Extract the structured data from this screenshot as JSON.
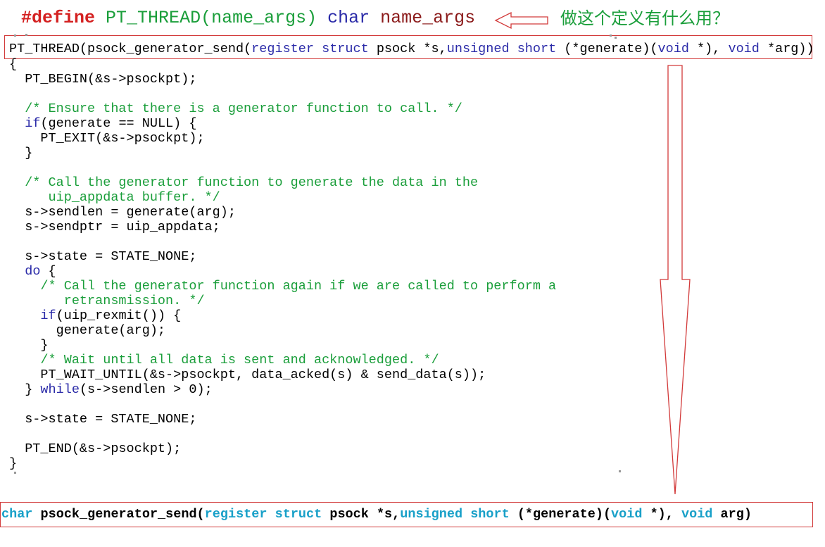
{
  "header": {
    "define_kw": "#define",
    "macro": "PT_THREAD(name_args)",
    "char_kw": "char",
    "name_args": "name_args",
    "question": "做这个定义有什么用？"
  },
  "signature_top": {
    "prefix": "PT_THREAD(psock_generator_send(",
    "register": "register",
    "struct": "struct",
    "mid1": " psock *s,",
    "unsigned": "unsigned",
    "short": "short",
    "mid2": " (*generate)(",
    "void1": "void",
    "mid3": " *), ",
    "void2": "void",
    "suffix": " *arg))"
  },
  "code_lines": [
    [
      {
        "t": "{",
        "c": ""
      }
    ],
    [
      {
        "t": "  PT_BEGIN(&s->psockpt);",
        "c": ""
      }
    ],
    [
      {
        "t": "",
        "c": ""
      }
    ],
    [
      {
        "t": "  /* Ensure that there is a generator function to call. */",
        "c": "cmt"
      }
    ],
    [
      {
        "t": "  ",
        "c": ""
      },
      {
        "t": "if",
        "c": "kw"
      },
      {
        "t": "(generate == NULL) {",
        "c": ""
      }
    ],
    [
      {
        "t": "    PT_EXIT(&s->psockpt);",
        "c": ""
      }
    ],
    [
      {
        "t": "  }",
        "c": ""
      }
    ],
    [
      {
        "t": "",
        "c": ""
      }
    ],
    [
      {
        "t": "  /* Call the generator function to generate the data in the",
        "c": "cmt"
      }
    ],
    [
      {
        "t": "     uip_appdata buffer. */",
        "c": "cmt"
      }
    ],
    [
      {
        "t": "  s->sendlen = generate(arg);",
        "c": ""
      }
    ],
    [
      {
        "t": "  s->sendptr = uip_appdata;",
        "c": ""
      }
    ],
    [
      {
        "t": "",
        "c": ""
      }
    ],
    [
      {
        "t": "  s->state = STATE_NONE;",
        "c": ""
      }
    ],
    [
      {
        "t": "  ",
        "c": ""
      },
      {
        "t": "do",
        "c": "kw"
      },
      {
        "t": " {",
        "c": ""
      }
    ],
    [
      {
        "t": "    /* Call the generator function again if we are called to perform a",
        "c": "cmt"
      }
    ],
    [
      {
        "t": "       retransmission. */",
        "c": "cmt"
      }
    ],
    [
      {
        "t": "    ",
        "c": ""
      },
      {
        "t": "if",
        "c": "kw"
      },
      {
        "t": "(uip_rexmit()) {",
        "c": ""
      }
    ],
    [
      {
        "t": "      generate(arg);",
        "c": ""
      }
    ],
    [
      {
        "t": "    }",
        "c": ""
      }
    ],
    [
      {
        "t": "    /* Wait until all data is sent and acknowledged. */",
        "c": "cmt"
      }
    ],
    [
      {
        "t": "    PT_WAIT_UNTIL(&s->psockpt, data_acked(s) & send_data(s));",
        "c": ""
      }
    ],
    [
      {
        "t": "  } ",
        "c": ""
      },
      {
        "t": "while",
        "c": "kw"
      },
      {
        "t": "(s->sendlen > 0);",
        "c": ""
      }
    ],
    [
      {
        "t": "",
        "c": ""
      }
    ],
    [
      {
        "t": "  s->state = STATE_NONE;",
        "c": ""
      }
    ],
    [
      {
        "t": "",
        "c": ""
      }
    ],
    [
      {
        "t": "  PT_END(&s->psockpt);",
        "c": ""
      }
    ],
    [
      {
        "t": "}",
        "c": ""
      }
    ]
  ],
  "signature_bottom": {
    "char": "char",
    "mid0": " psock_generator_send(",
    "register": "register",
    "struct": "struct",
    "mid1": " psock *s,",
    "unsigned": "unsigned",
    "short": "short",
    "mid2": " (*generate)(",
    "void1": "void",
    "mid3": " *), ",
    "void2": "void",
    "suffix": " arg)"
  },
  "colors": {
    "annotation_red": "#d23a3a",
    "keyword_blue": "#2a2aa8",
    "comment_green": "#1a9e3a"
  }
}
